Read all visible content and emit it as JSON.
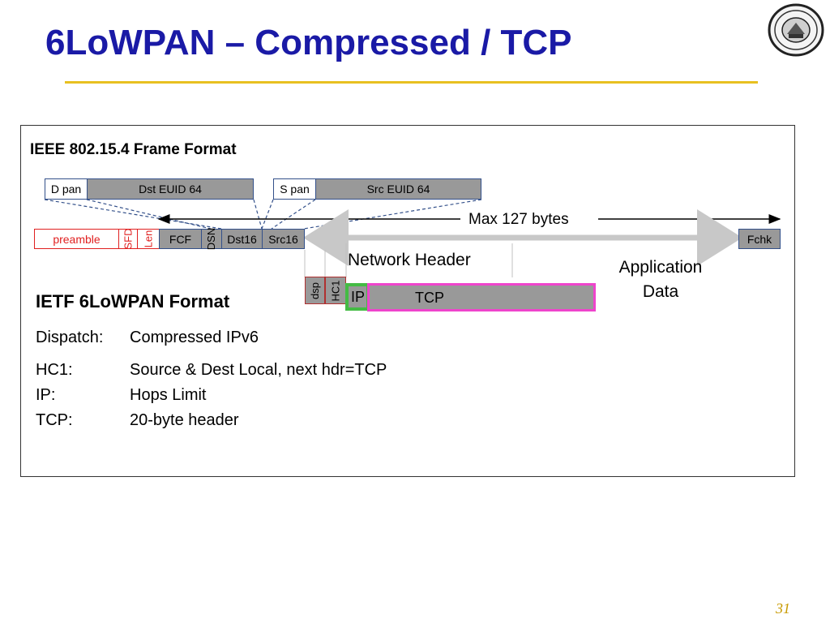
{
  "slide": {
    "title": "6LoWPAN – Compressed / TCP",
    "page_number": "31",
    "seal_icon": "university-seal-icon"
  },
  "frame": {
    "heading": "IEEE 802.15.4 Frame Format",
    "address_fields": [
      "D pan",
      "Dst EUID 64",
      "S pan",
      "Src EUID 64"
    ],
    "fields": [
      "preamble",
      "SFD",
      "Len",
      "FCF",
      "DSN",
      "Dst16",
      "Src16",
      "Fchk"
    ],
    "max_label": "Max 127 bytes",
    "network_header_label": "Network Header",
    "application_data_label": "Application Data"
  },
  "lowpan": {
    "heading": "IETF 6LoWPAN Format",
    "fields": [
      "dsp",
      "HC1",
      "IP",
      "TCP"
    ],
    "dispatch_label": "Dispatch:",
    "dispatch_value": "Compressed IPv6",
    "rows": [
      {
        "label": "HC1:",
        "value": "Source & Dest Local, next hdr=TCP"
      },
      {
        "label": "IP:",
        "value": "Hops Limit"
      },
      {
        "label": "TCP:",
        "value": "20-byte header"
      }
    ]
  },
  "colors": {
    "title": "#1a1aa6",
    "rule": "#e8c020",
    "field_red": "#e02020",
    "field_gray": "#999999",
    "ip_green": "#44bb44",
    "tcp_magenta": "#ee44cc",
    "page_number": "#c89a00"
  }
}
